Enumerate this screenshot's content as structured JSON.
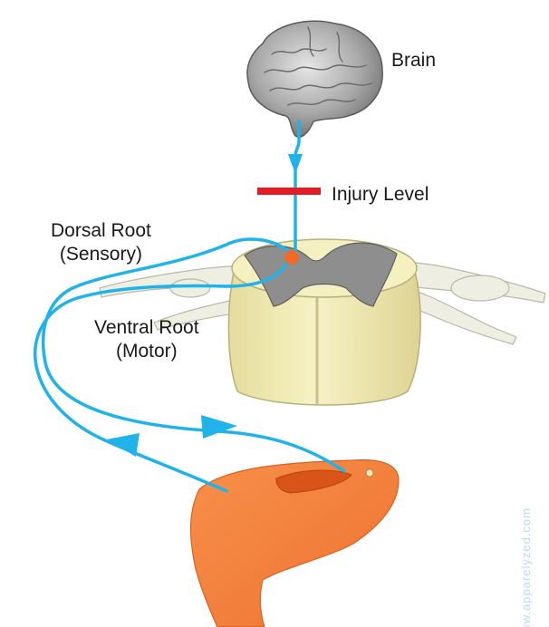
{
  "labels": {
    "brain": "Brain",
    "injury_level": "Injury Level",
    "dorsal_root_line1": "Dorsal Root",
    "dorsal_root_line2": "(Sensory)",
    "ventral_root_line1": "Ventral Root",
    "ventral_root_line2": "(Motor)"
  },
  "watermark": "www.apparelyzed.com",
  "colors": {
    "nerve_path": "#1fb3ea",
    "injury_marker": "#e41b23",
    "spinal_cord": "#f3eeb8",
    "grey_matter": "#8e8e8e",
    "limb": "#f47f3a",
    "synapse": "#f26a2a"
  }
}
